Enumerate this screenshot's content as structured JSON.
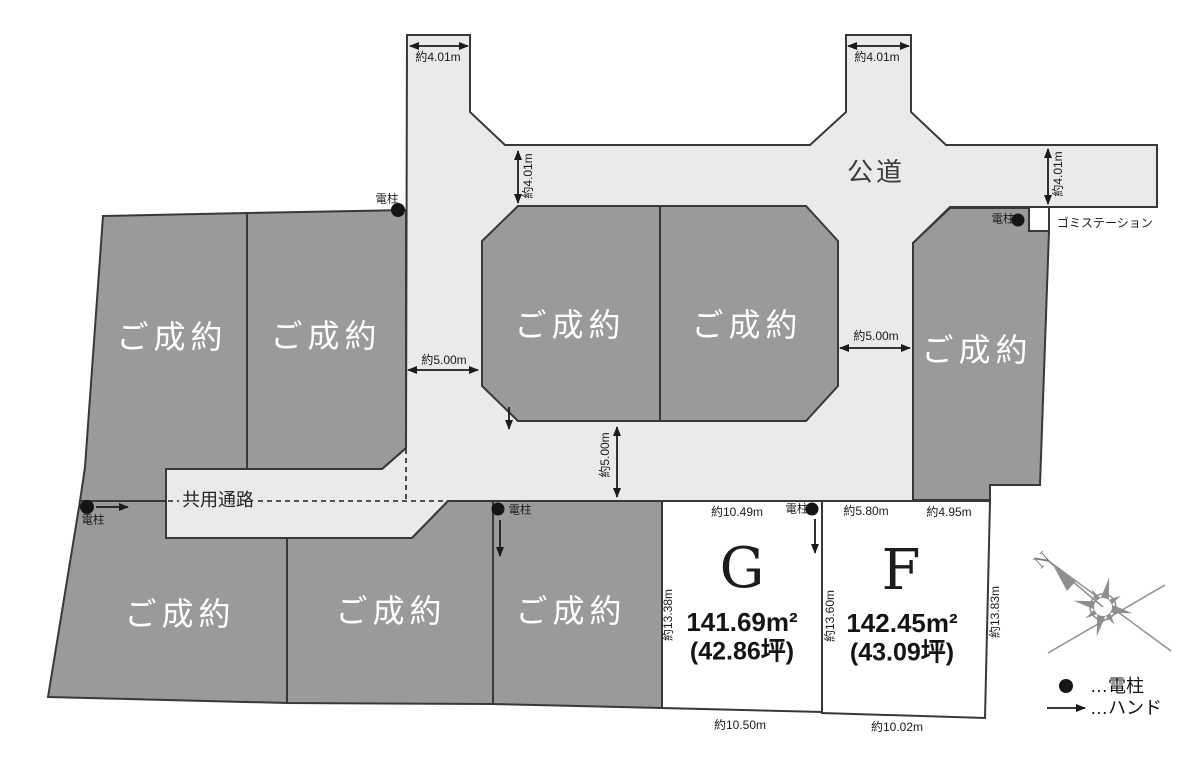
{
  "map": {
    "public_road_label": "公道",
    "shared_passage_label": "共用通路",
    "garbage_station_label": "ゴミステーション",
    "sold_label": "ご成約",
    "pole_label": "電柱"
  },
  "dims": {
    "road_width_401": "約4.01m",
    "passage_width_500": "約5.00m",
    "g_top": "約10.49m",
    "g_left": "約13.38m",
    "g_bottom": "約10.50m",
    "f_top_left": "約5.80m",
    "f_top_right": "約4.95m",
    "f_left": "約13.60m",
    "f_right": "約13.83m",
    "f_bottom": "約10.02m"
  },
  "lot_g": {
    "name": "G",
    "area": "141.69m²",
    "tsubo": "(42.86坪)"
  },
  "lot_f": {
    "name": "F",
    "area": "142.45m²",
    "tsubo": "(43.09坪)"
  },
  "legend": {
    "north": "N",
    "pole_item": "…電柱",
    "hand_item": "…ハンド"
  },
  "colors": {
    "lot_fill": "#9a9a9a",
    "road_fill": "#eaeaec",
    "line": "#3b3738"
  }
}
